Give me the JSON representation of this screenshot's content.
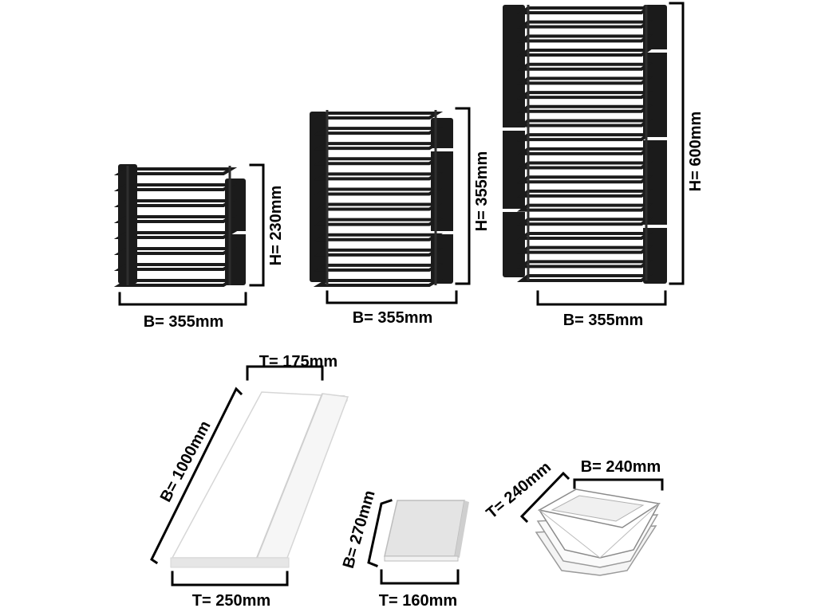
{
  "diagram": {
    "labels": {
      "rack_small_width": "B= 355mm",
      "rack_small_height": "H= 230mm",
      "rack_medium_width": "B= 355mm",
      "rack_medium_height": "H= 355mm",
      "rack_large_width": "B= 355mm",
      "rack_large_height": "H= 600mm",
      "board_depth_top": "T= 175mm",
      "board_length": "B= 1000mm",
      "board_depth_bottom": "T= 250mm",
      "tray_length": "B= 270mm",
      "tray_depth": "T= 160mm",
      "bowl_depth": "T= 240mm",
      "bowl_width": "B= 240mm"
    },
    "colors": {
      "rack": "#1b1b1b",
      "rack_edge": "#2e2e2e",
      "board": "#ffffff",
      "board_edge": "#d6d6d6",
      "line": "#000000"
    },
    "rack_shelves": {
      "small": 8,
      "medium": 12,
      "large": 20
    }
  }
}
